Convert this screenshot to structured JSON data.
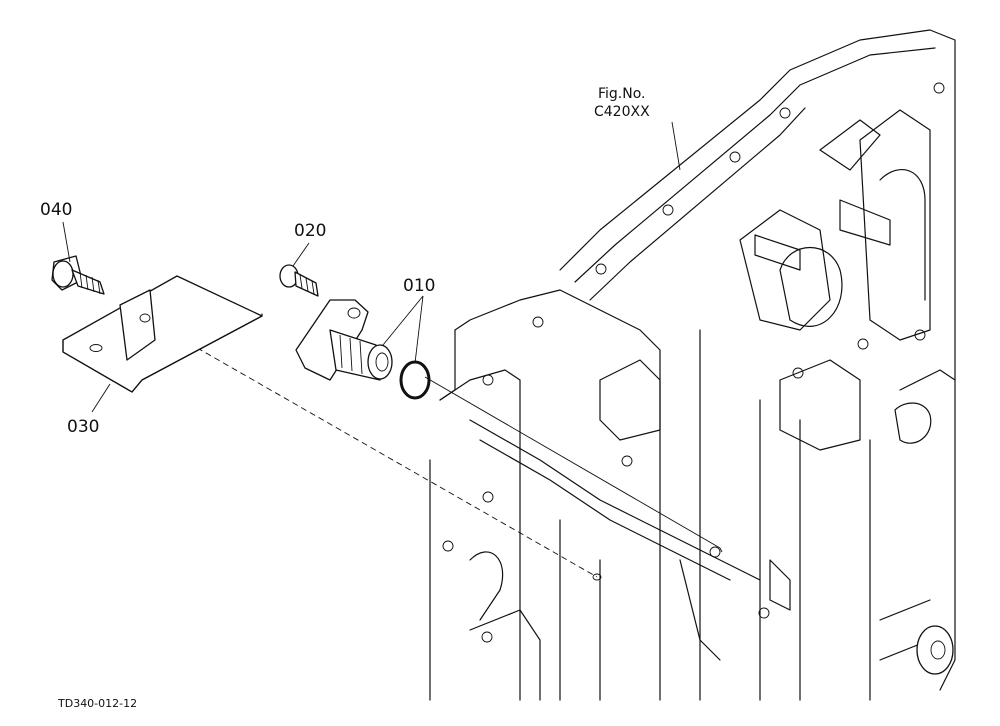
{
  "figure": {
    "fig_no_label": "Fig.No.",
    "fig_no_value": "C420XX",
    "drawing_code": "TD340-012-12"
  },
  "callouts": {
    "c010": "010",
    "c020": "020",
    "c030": "030",
    "c040": "040"
  },
  "colors": {
    "ink": "#111111",
    "paper": "#ffffff"
  }
}
